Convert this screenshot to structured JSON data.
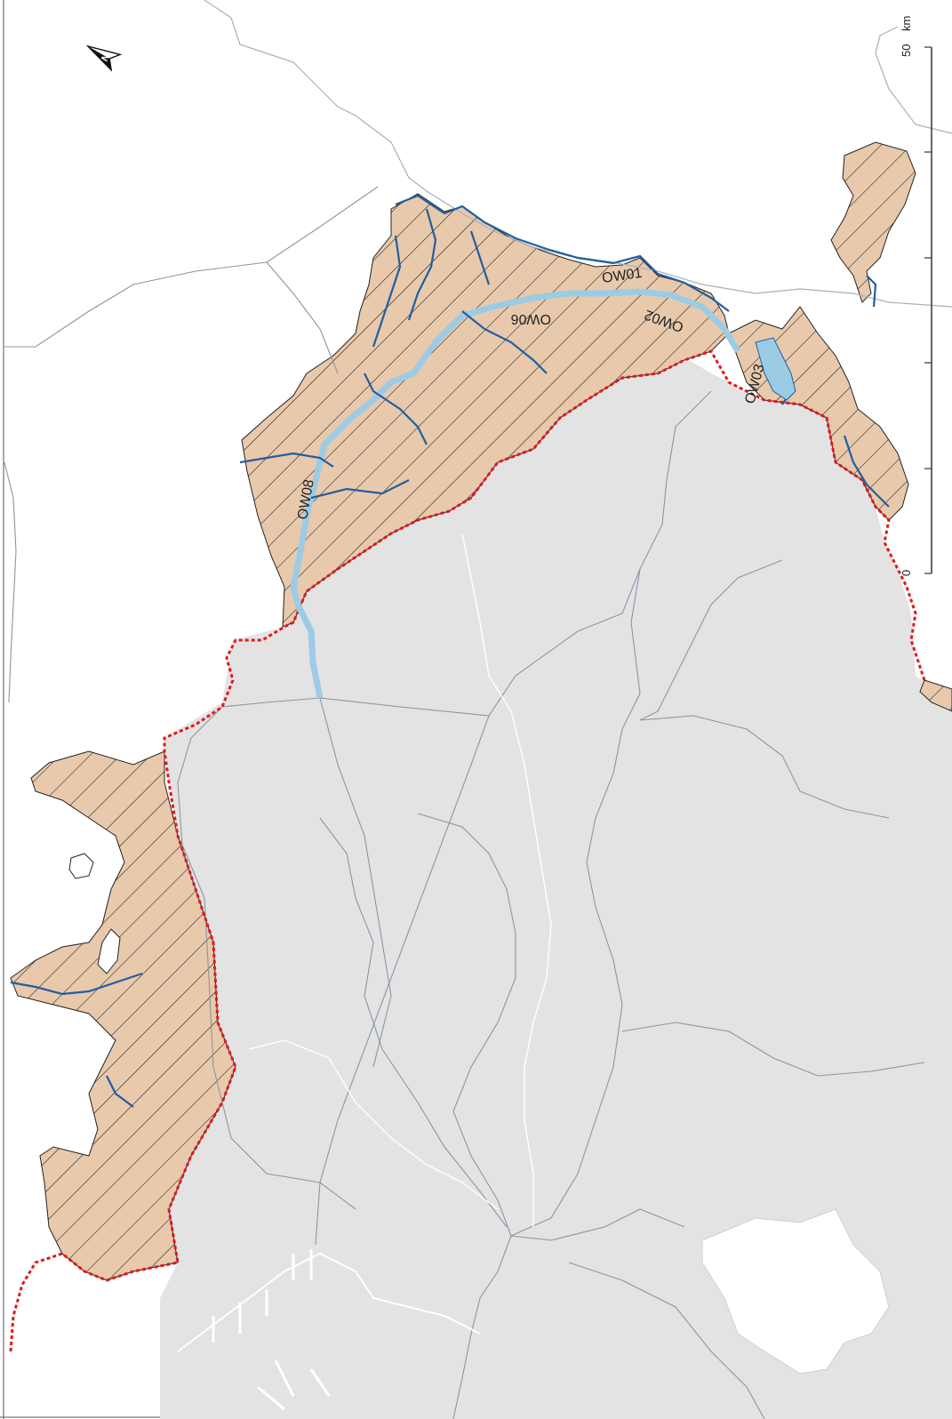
{
  "map": {
    "colors": {
      "study_area_fill": "#e3e3e3",
      "catchment_fill": "#e8c9ac",
      "hatch_line": "#1a1a1a",
      "canal": "#9ccbe6",
      "river": "#1f5fa0",
      "border_dotted": "#e3191b",
      "boundary": "#8b95a5",
      "sea_coast": "#a8b0bb"
    },
    "labels": {
      "ow01": "OW01",
      "ow02": "OW02",
      "ow03": "OW03",
      "ow06": "OW06",
      "ow08": "OW08"
    },
    "scale_bar": {
      "start": "0",
      "end": "50",
      "unit": "km"
    },
    "north_arrow_icon": "north-arrow-icon"
  }
}
